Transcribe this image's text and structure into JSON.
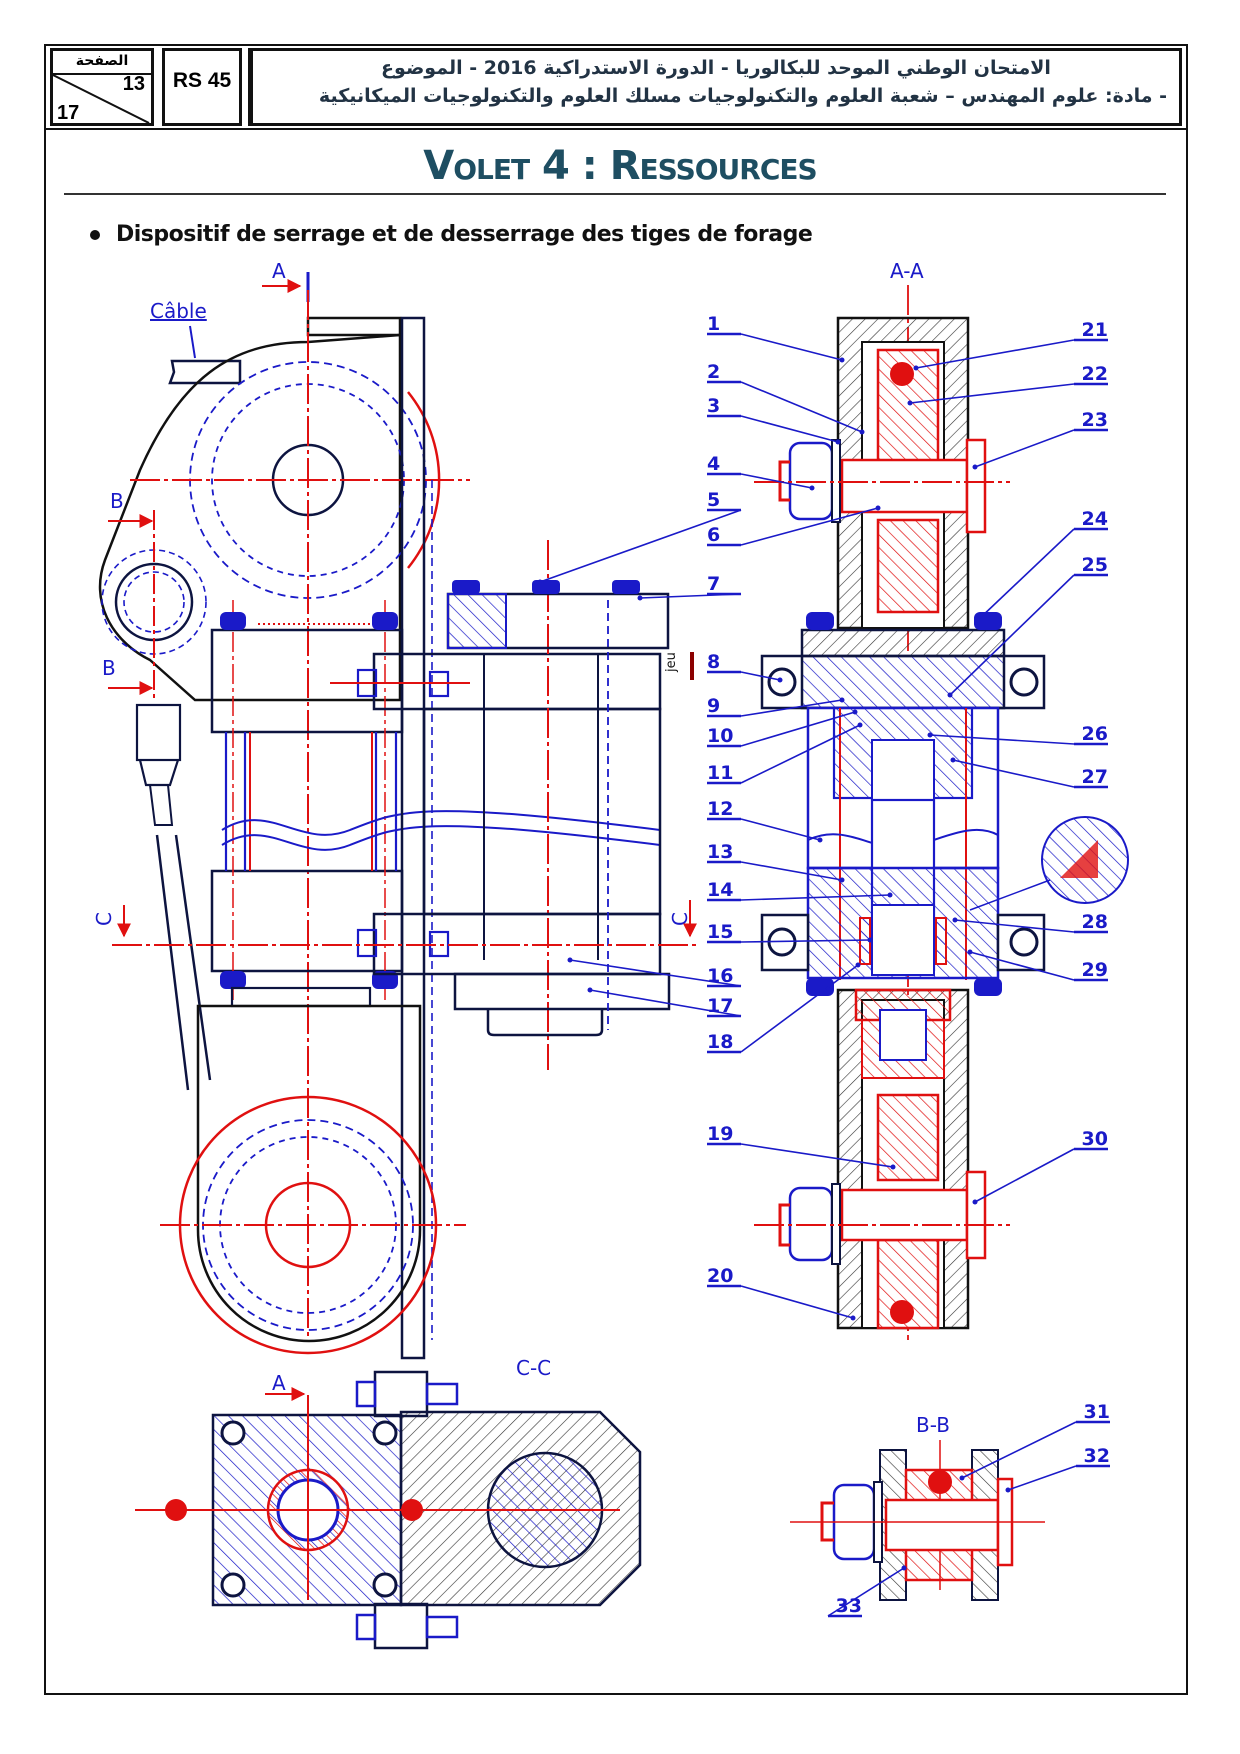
{
  "header": {
    "page_label": "الصفحة",
    "page_current": "13",
    "page_total": "17",
    "code": "RS 45",
    "title_line1": "الامتحان الوطني الموحد للبكالوريا - الدورة الاستدراكية 2016 - الموضوع",
    "title_line2": "- مادة: علوم المهندس – شعبة العلوم والتكنولوجيات مسلك العلوم والتكنولوجيات الميكانيكية"
  },
  "section_title": "Volet 4 : Ressources",
  "bullet_text": "Dispositif de serrage et de desserrage des tiges de forage",
  "drawing": {
    "cable_label": "Câble",
    "jeu_label": "jeu",
    "section_marks": {
      "a": "A",
      "b": "B",
      "c": "C"
    },
    "views": {
      "aa": "A-A",
      "bb": "B-B",
      "cc": "C-C"
    },
    "colors": {
      "outline": "#0d1440",
      "hidden": "#1a1ac8",
      "axis": "#e01010",
      "part_red": "#e01010",
      "callout": "#1a1ac8"
    },
    "callouts": {
      "left": [
        "1",
        "2",
        "3",
        "4",
        "5",
        "6",
        "7",
        "8",
        "9",
        "10",
        "11",
        "12",
        "13",
        "14",
        "15",
        "16",
        "17",
        "18",
        "19",
        "20"
      ],
      "right": [
        "21",
        "22",
        "23",
        "24",
        "25",
        "26",
        "27",
        "28",
        "29",
        "30"
      ],
      "bb": [
        "31",
        "32",
        "33"
      ]
    }
  }
}
